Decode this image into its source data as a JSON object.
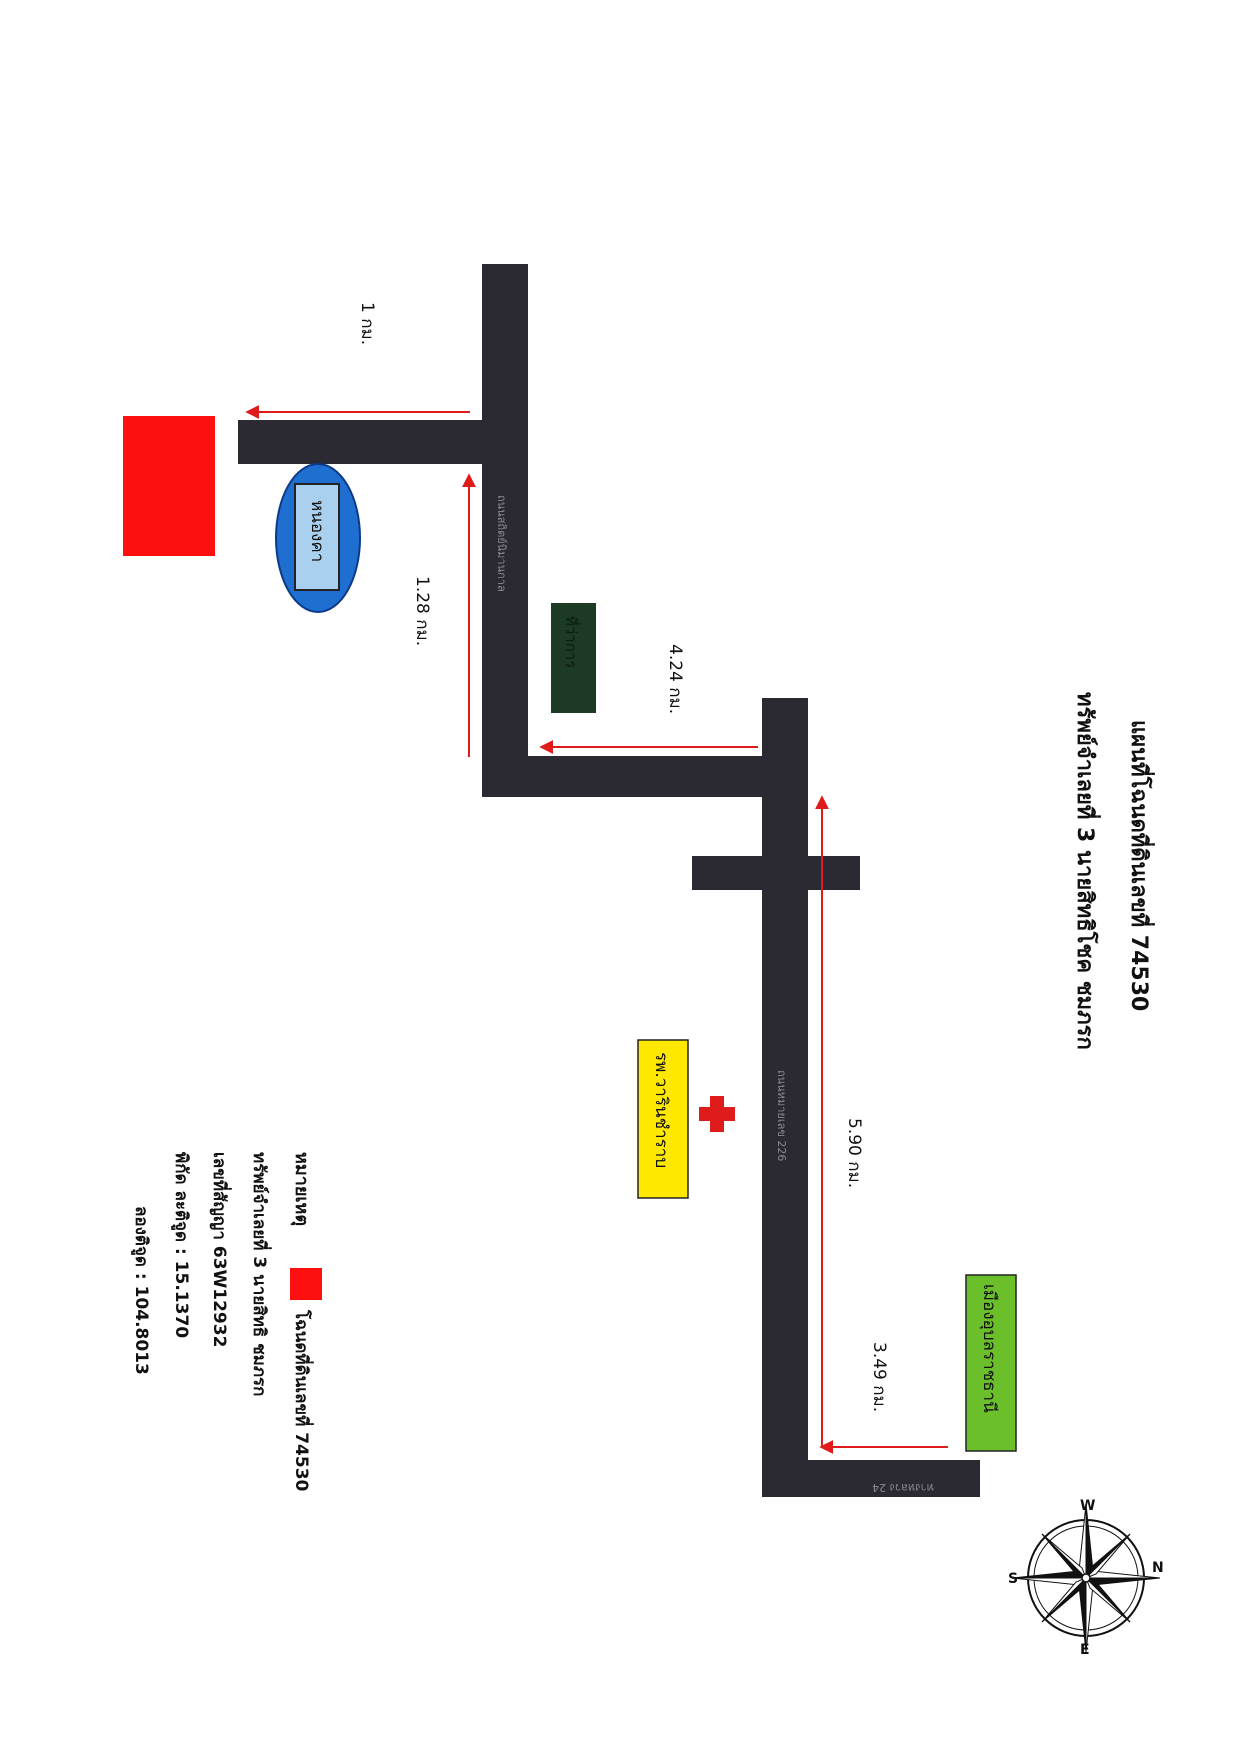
{
  "map": {
    "title_line1": "แผนที่โฉนดที่ดินเลขที่ 74530",
    "title_line2": "ทรัพย์จำเลยที่ 3 นายสิทธิโชค ชมภรก",
    "distances": {
      "d1": "1 กม.",
      "d2": "1.28 กม.",
      "d3": "4.24 กม.",
      "d4": "5.90 กม.",
      "d5": "3.49 กม."
    },
    "places": {
      "pond": "หนองคา",
      "hospital": "รพ.วารินชำราบ",
      "city": "เมืองอุบลราชธานี",
      "green_small": "ที่ว่าการ"
    },
    "roads": {
      "road_upper": "ถนนสถิตย์นิมานกาล",
      "road_main": "ถนนหมายเลข 226",
      "road_bottom": "ทางหลวง 24"
    },
    "legend": {
      "heading": "หมายเหตุ",
      "item1": "โฉนดที่ดินเลขที่ 74530",
      "item2": "ทรัพย์จำเลยที่ 3 นายสิทธิ ชมภรก",
      "item3": "เลขที่สัญญา 63W12932",
      "item4": "พิกัด ละติจูด : 15.1370",
      "item5": "ลองติจูด : 104.8013"
    },
    "compass": {
      "n": "N",
      "s": "S",
      "e": "E",
      "w": "W"
    },
    "colors": {
      "road": "#2b2931",
      "arrow": "#e01b1b",
      "plot": "#ff1010",
      "pond_fill": "#1f6fd1",
      "pond_box": "#a9d1ef",
      "hospital": "#ffe800",
      "city": "#6abf2a",
      "green_small": "#1d3a24"
    }
  }
}
